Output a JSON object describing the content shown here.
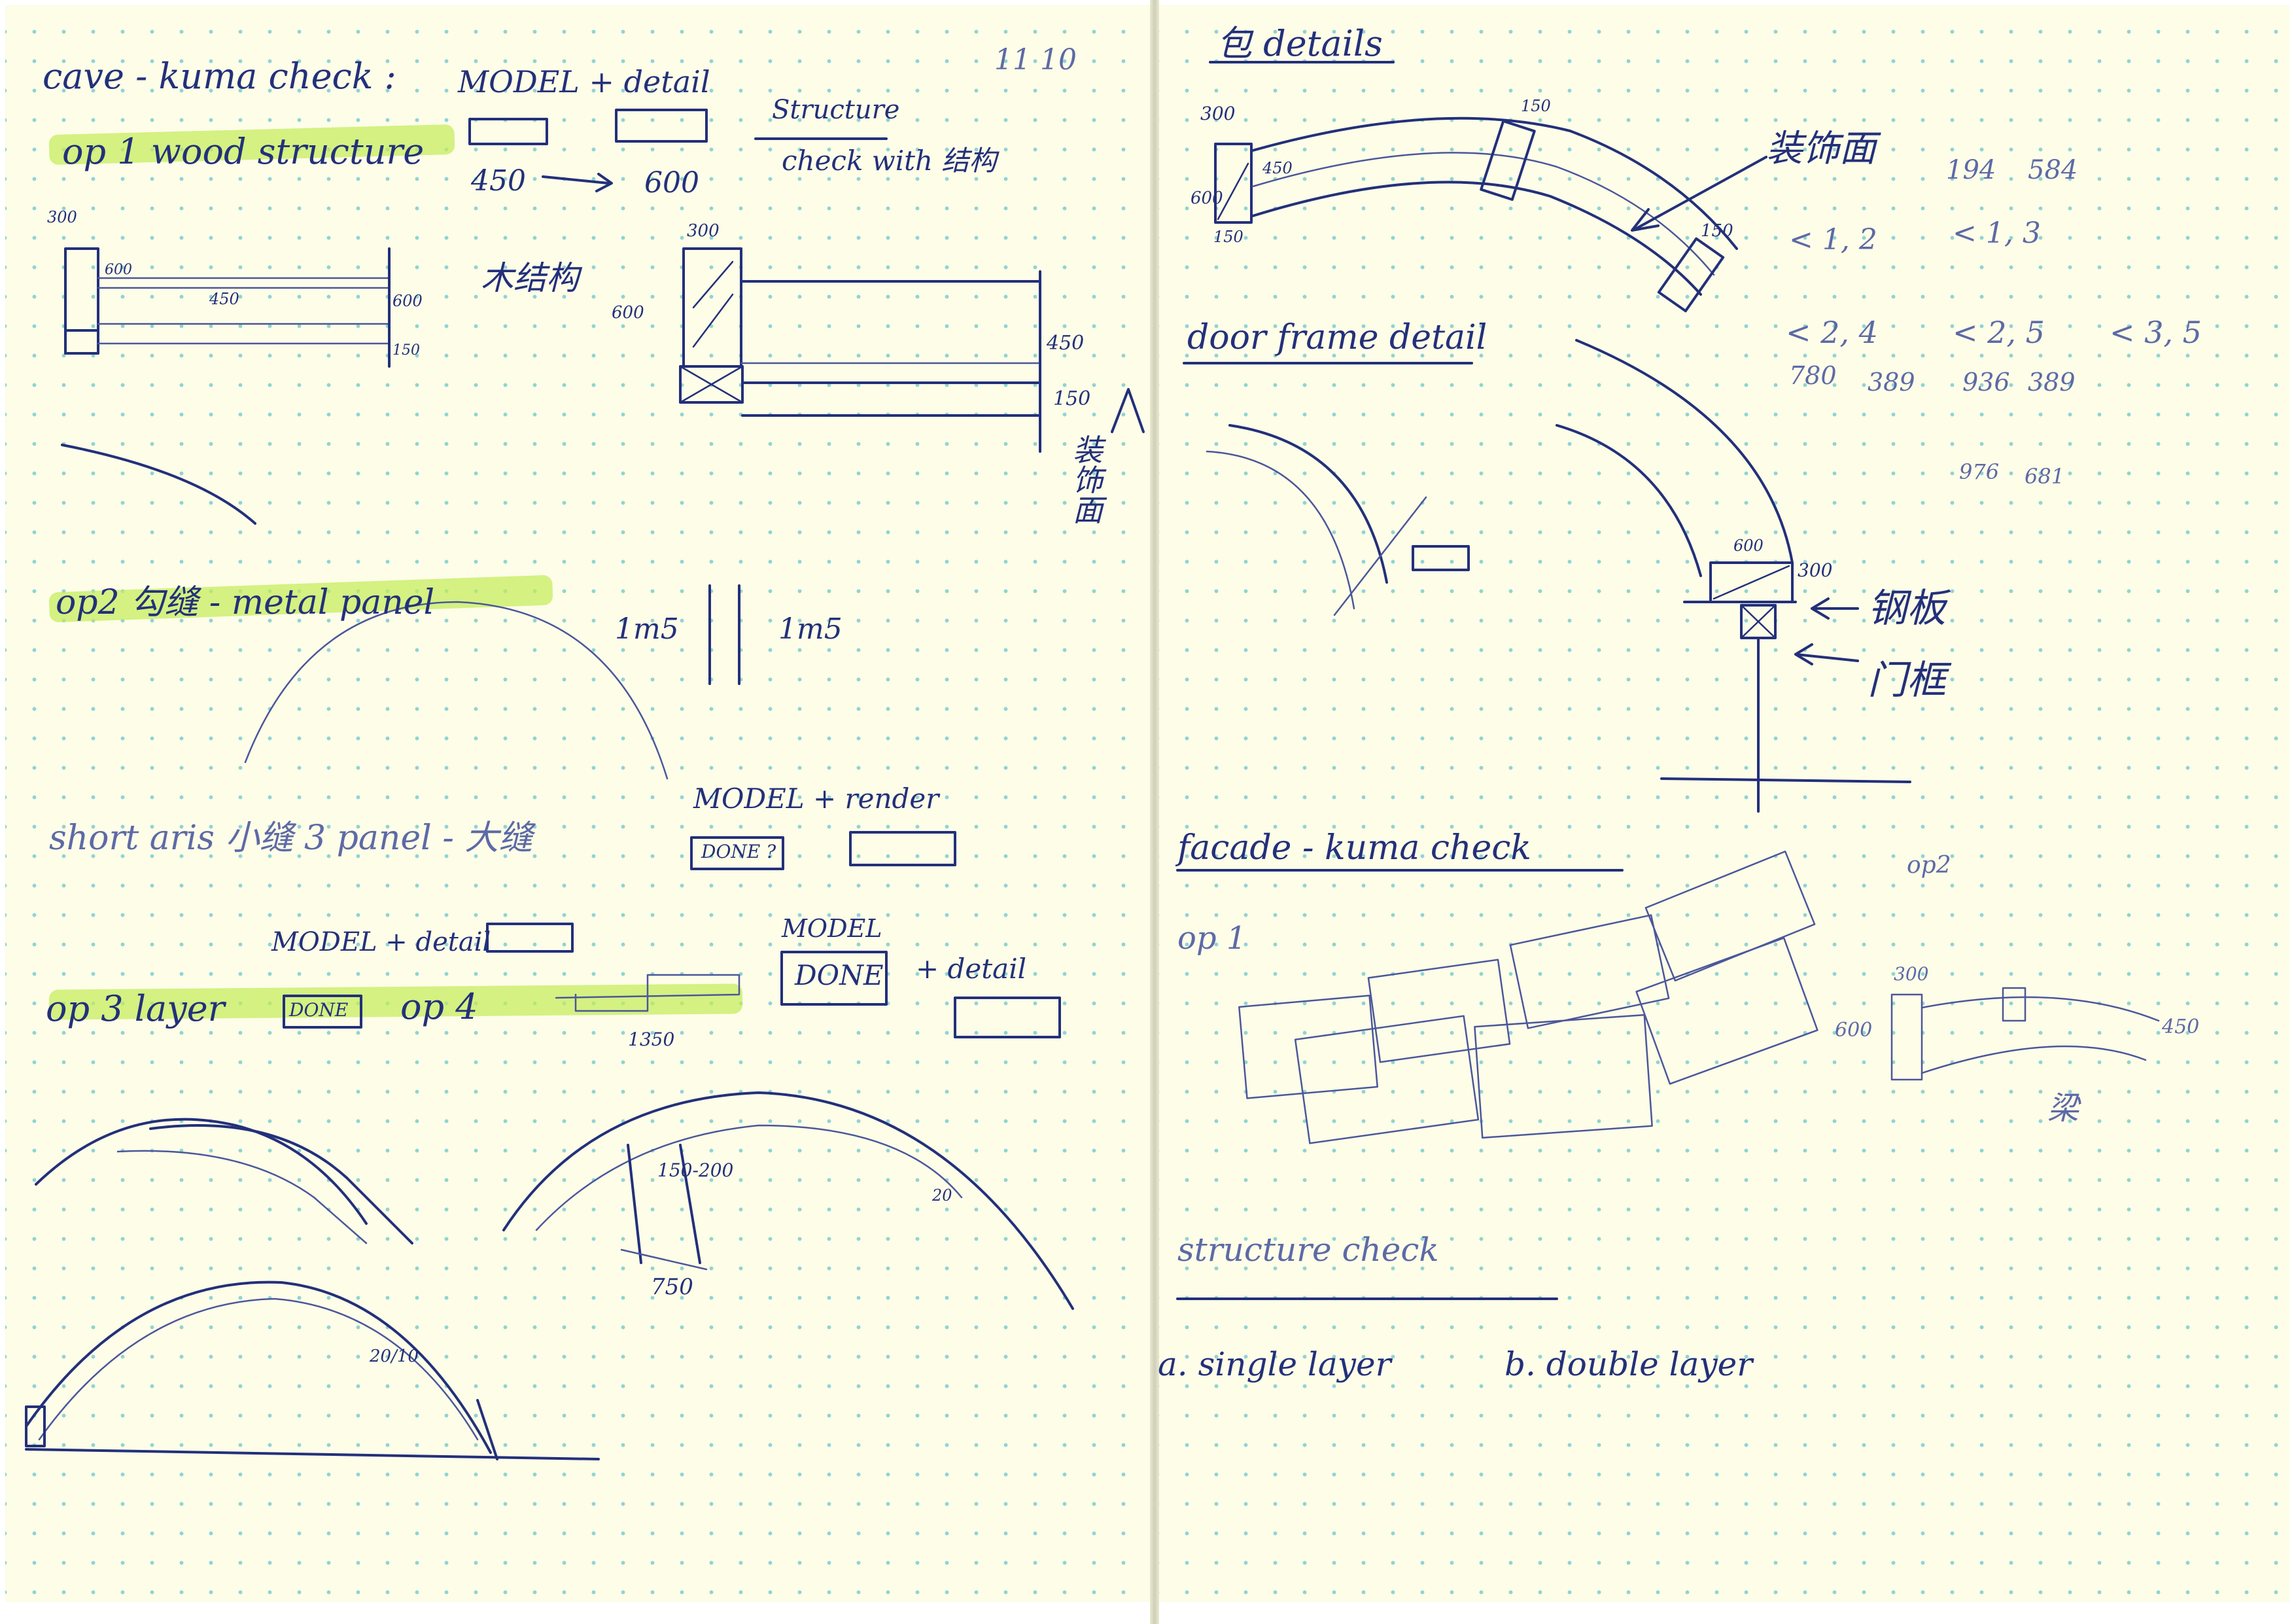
{
  "left_page": {
    "header": {
      "title": "cave - kuma check :",
      "model_detail": "MODEL + detail",
      "date": "11   10",
      "structure": "Structure",
      "check_with": "check with 结构"
    },
    "op1": {
      "label": "op 1 wood structure",
      "dim_a": "450",
      "dim_b": "600",
      "dim_300": "300",
      "dim_600": "600",
      "dim_450": "450",
      "dim_600b": "600",
      "dim_150": "150",
      "note_wood": "木结构",
      "dim_300b": "300",
      "dim_600c": "600",
      "dim_450b": "450",
      "dim_150b": "150",
      "note_finish": "装饰面"
    },
    "op2": {
      "label": "op2 勾缝 - metal panel",
      "dim_1": "1m5",
      "dim_2": "1m5"
    },
    "short": {
      "label": "short aris 小缝 3 panel - 大缝",
      "model_render": "MODEL + render",
      "done": "DONE ?"
    },
    "op3": {
      "model_detail": "MODEL + detail",
      "label": "op 3 layer",
      "done": "DONE",
      "op4": "op 4",
      "model": "MODEL",
      "done2": "DONE",
      "plus_detail": "+ detail"
    },
    "arches": {
      "dim_1350": "1350",
      "dim_range": "150-200",
      "dim_20": "20",
      "dim_750": "750",
      "dim_frac": "20/10"
    }
  },
  "right_page": {
    "header": {
      "title": "包 details"
    },
    "top_detail": {
      "dim_300": "300",
      "dim_600": "600",
      "dim_450": "450",
      "dim_150": "150",
      "dim_150b": "150",
      "dim_150c": "150",
      "note_finish": "装饰面"
    },
    "calc": {
      "r1a": "194",
      "r1b": "584",
      "r2a": "< 1, 2",
      "r2b": "< 1, 3",
      "r3a": "< 2, 4",
      "r3b": "< 2, 5",
      "r3c": "< 3, 5",
      "r4a": "780",
      "r4b": "389",
      "r4c": "936",
      "r4d": "389",
      "r5a": "976",
      "r5b": "681"
    },
    "door": {
      "title": "door frame detail",
      "dim_600": "600",
      "dim_300": "300",
      "note_steel": "钢板",
      "note_post": "门框"
    },
    "facade": {
      "title": "facade - kuma check",
      "op1": "op 1",
      "op2": "op2",
      "dim_300": "300",
      "dim_600": "600",
      "dim_450": "450",
      "note_beam": "梁"
    },
    "structure": {
      "title": "structure check",
      "a": "a. single layer",
      "b": "b. double layer"
    }
  },
  "colors": {
    "ink": "#23307a",
    "paper": "#fdfde8",
    "dot_grid": "#8fd4d4",
    "highlighter": "#c4ec5a"
  }
}
